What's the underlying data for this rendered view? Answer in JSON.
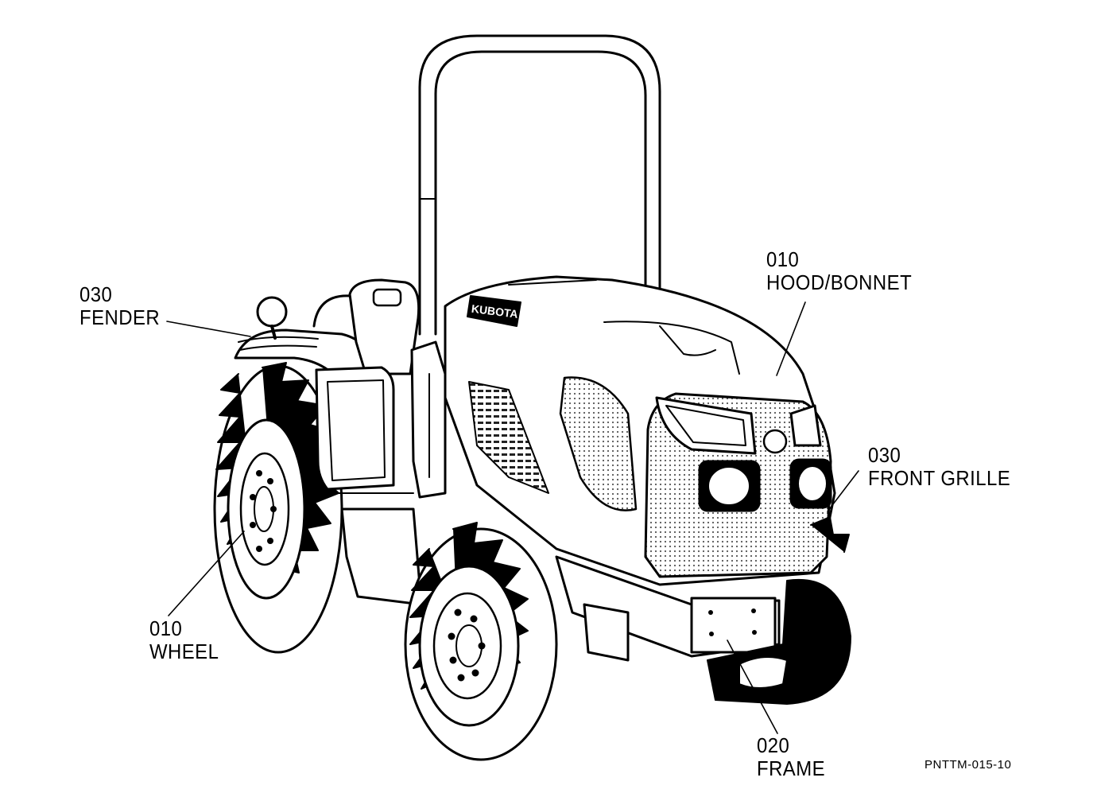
{
  "callouts": {
    "fender": {
      "number": "030",
      "label": "FENDER"
    },
    "hood": {
      "number": "010",
      "label": "HOOD/BONNET"
    },
    "grille": {
      "number": "030",
      "label": "FRONT GRILLE"
    },
    "wheel": {
      "number": "010",
      "label": "WHEEL"
    },
    "frame": {
      "number": "020",
      "label": "FRAME"
    }
  },
  "brand_logo_text": "KUBOTA",
  "reference_code": "PNTTM-015-10",
  "colors": {
    "line": "#000000",
    "background": "#ffffff"
  }
}
